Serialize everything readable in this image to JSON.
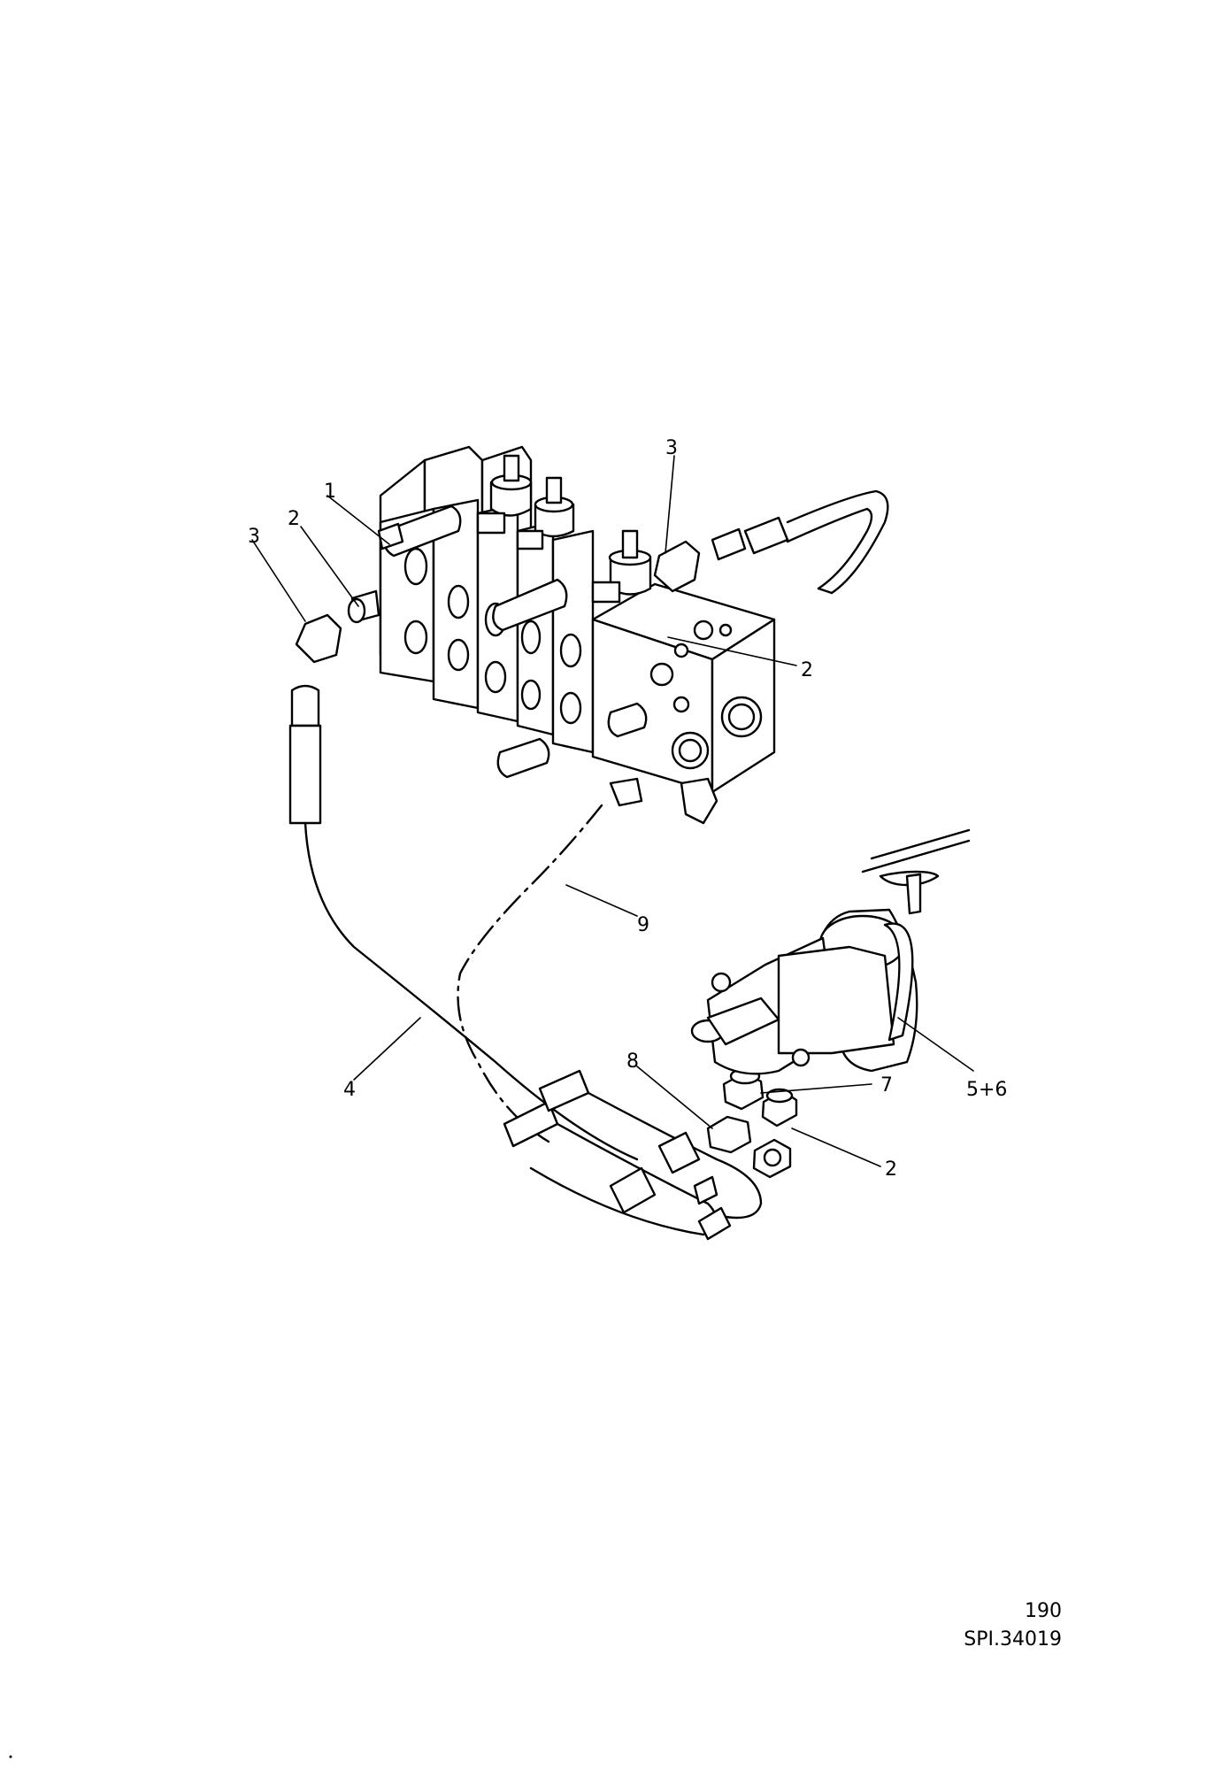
{
  "callouts": [
    {
      "id": "c1",
      "label": "1"
    },
    {
      "id": "c2a",
      "label": "2"
    },
    {
      "id": "c3a",
      "label": "3"
    },
    {
      "id": "c3b",
      "label": "3"
    },
    {
      "id": "c2b",
      "label": "2"
    },
    {
      "id": "c9",
      "label": "9"
    },
    {
      "id": "c4",
      "label": "4"
    },
    {
      "id": "c8",
      "label": "8"
    },
    {
      "id": "c7",
      "label": "7"
    },
    {
      "id": "c56",
      "label": "5+6"
    },
    {
      "id": "c2c",
      "label": "2"
    }
  ],
  "footer": {
    "page_number": "190",
    "reference": "SPI.34019"
  }
}
